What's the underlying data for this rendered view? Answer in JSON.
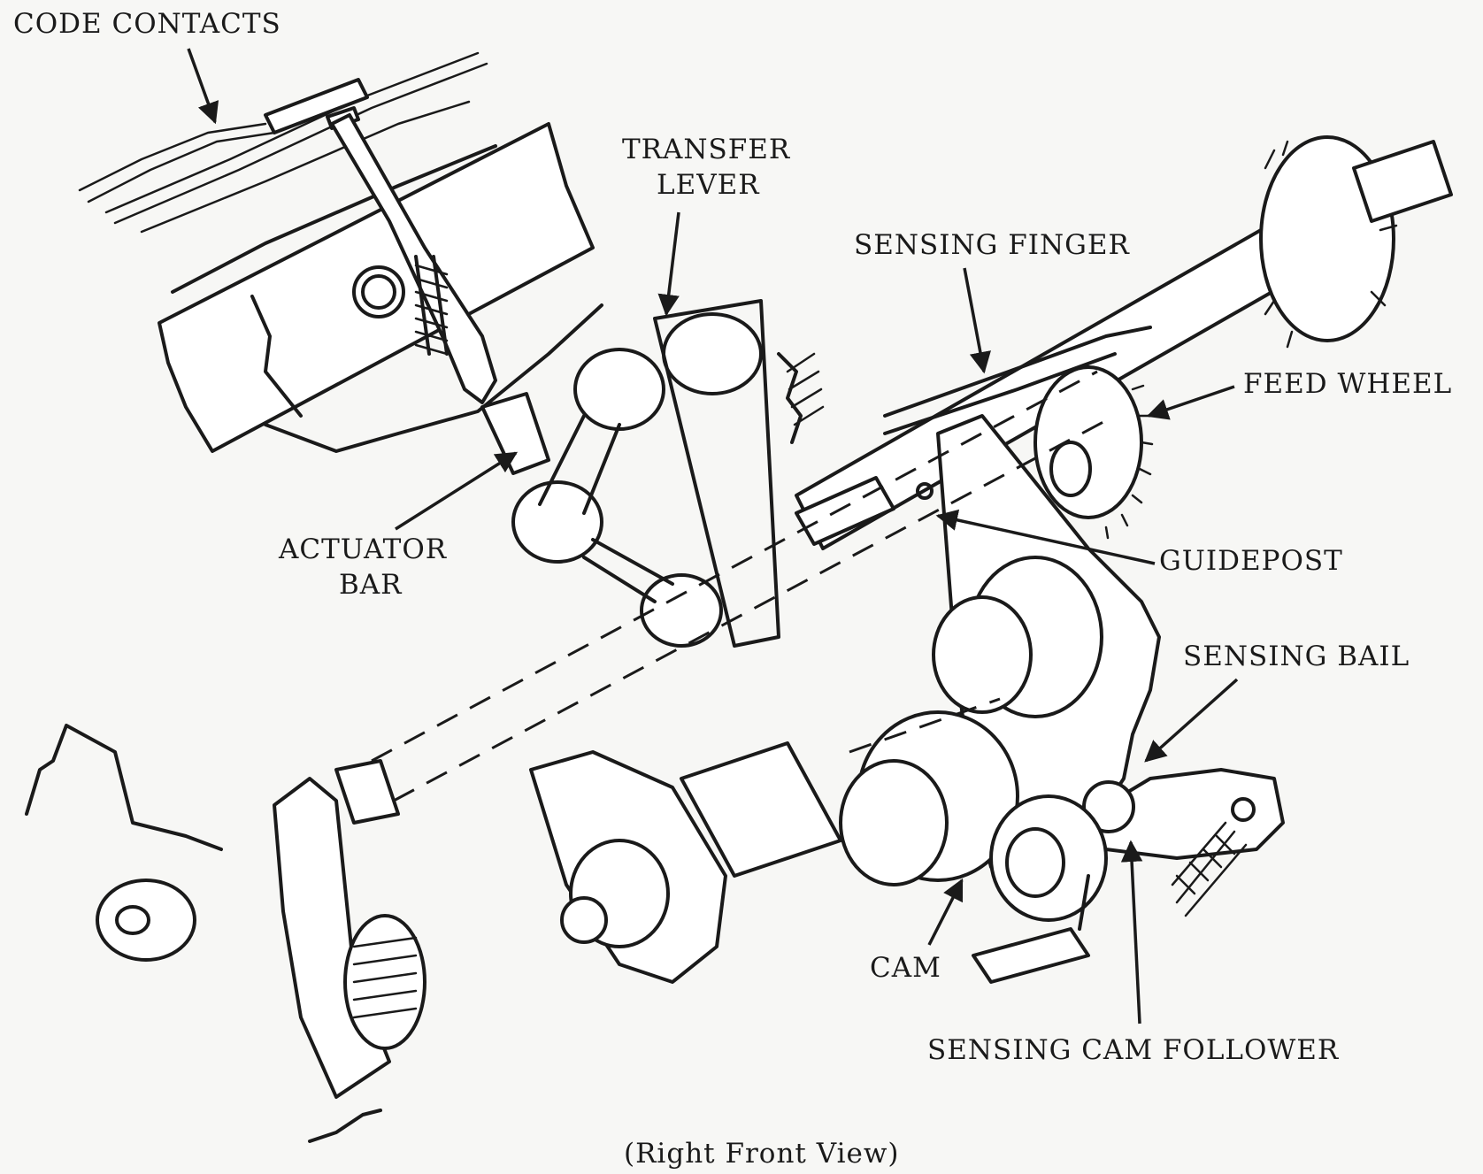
{
  "diagram": {
    "caption": "(Right Front View)",
    "labels": {
      "code_contacts": "CODE CONTACTS",
      "transfer_lever_1": "TRANSFER",
      "transfer_lever_2": "LEVER",
      "sensing_finger": "SENSING FINGER",
      "feed_wheel": "FEED WHEEL",
      "actuator_bar_1": "ACTUATOR",
      "actuator_bar_2": "BAR",
      "guide_post": "GUIDEPOST",
      "sensing_bail": "SENSING BAIL",
      "cam": "CAM",
      "sensing_cam_follower": "SENSING CAM FOLLOWER"
    }
  }
}
